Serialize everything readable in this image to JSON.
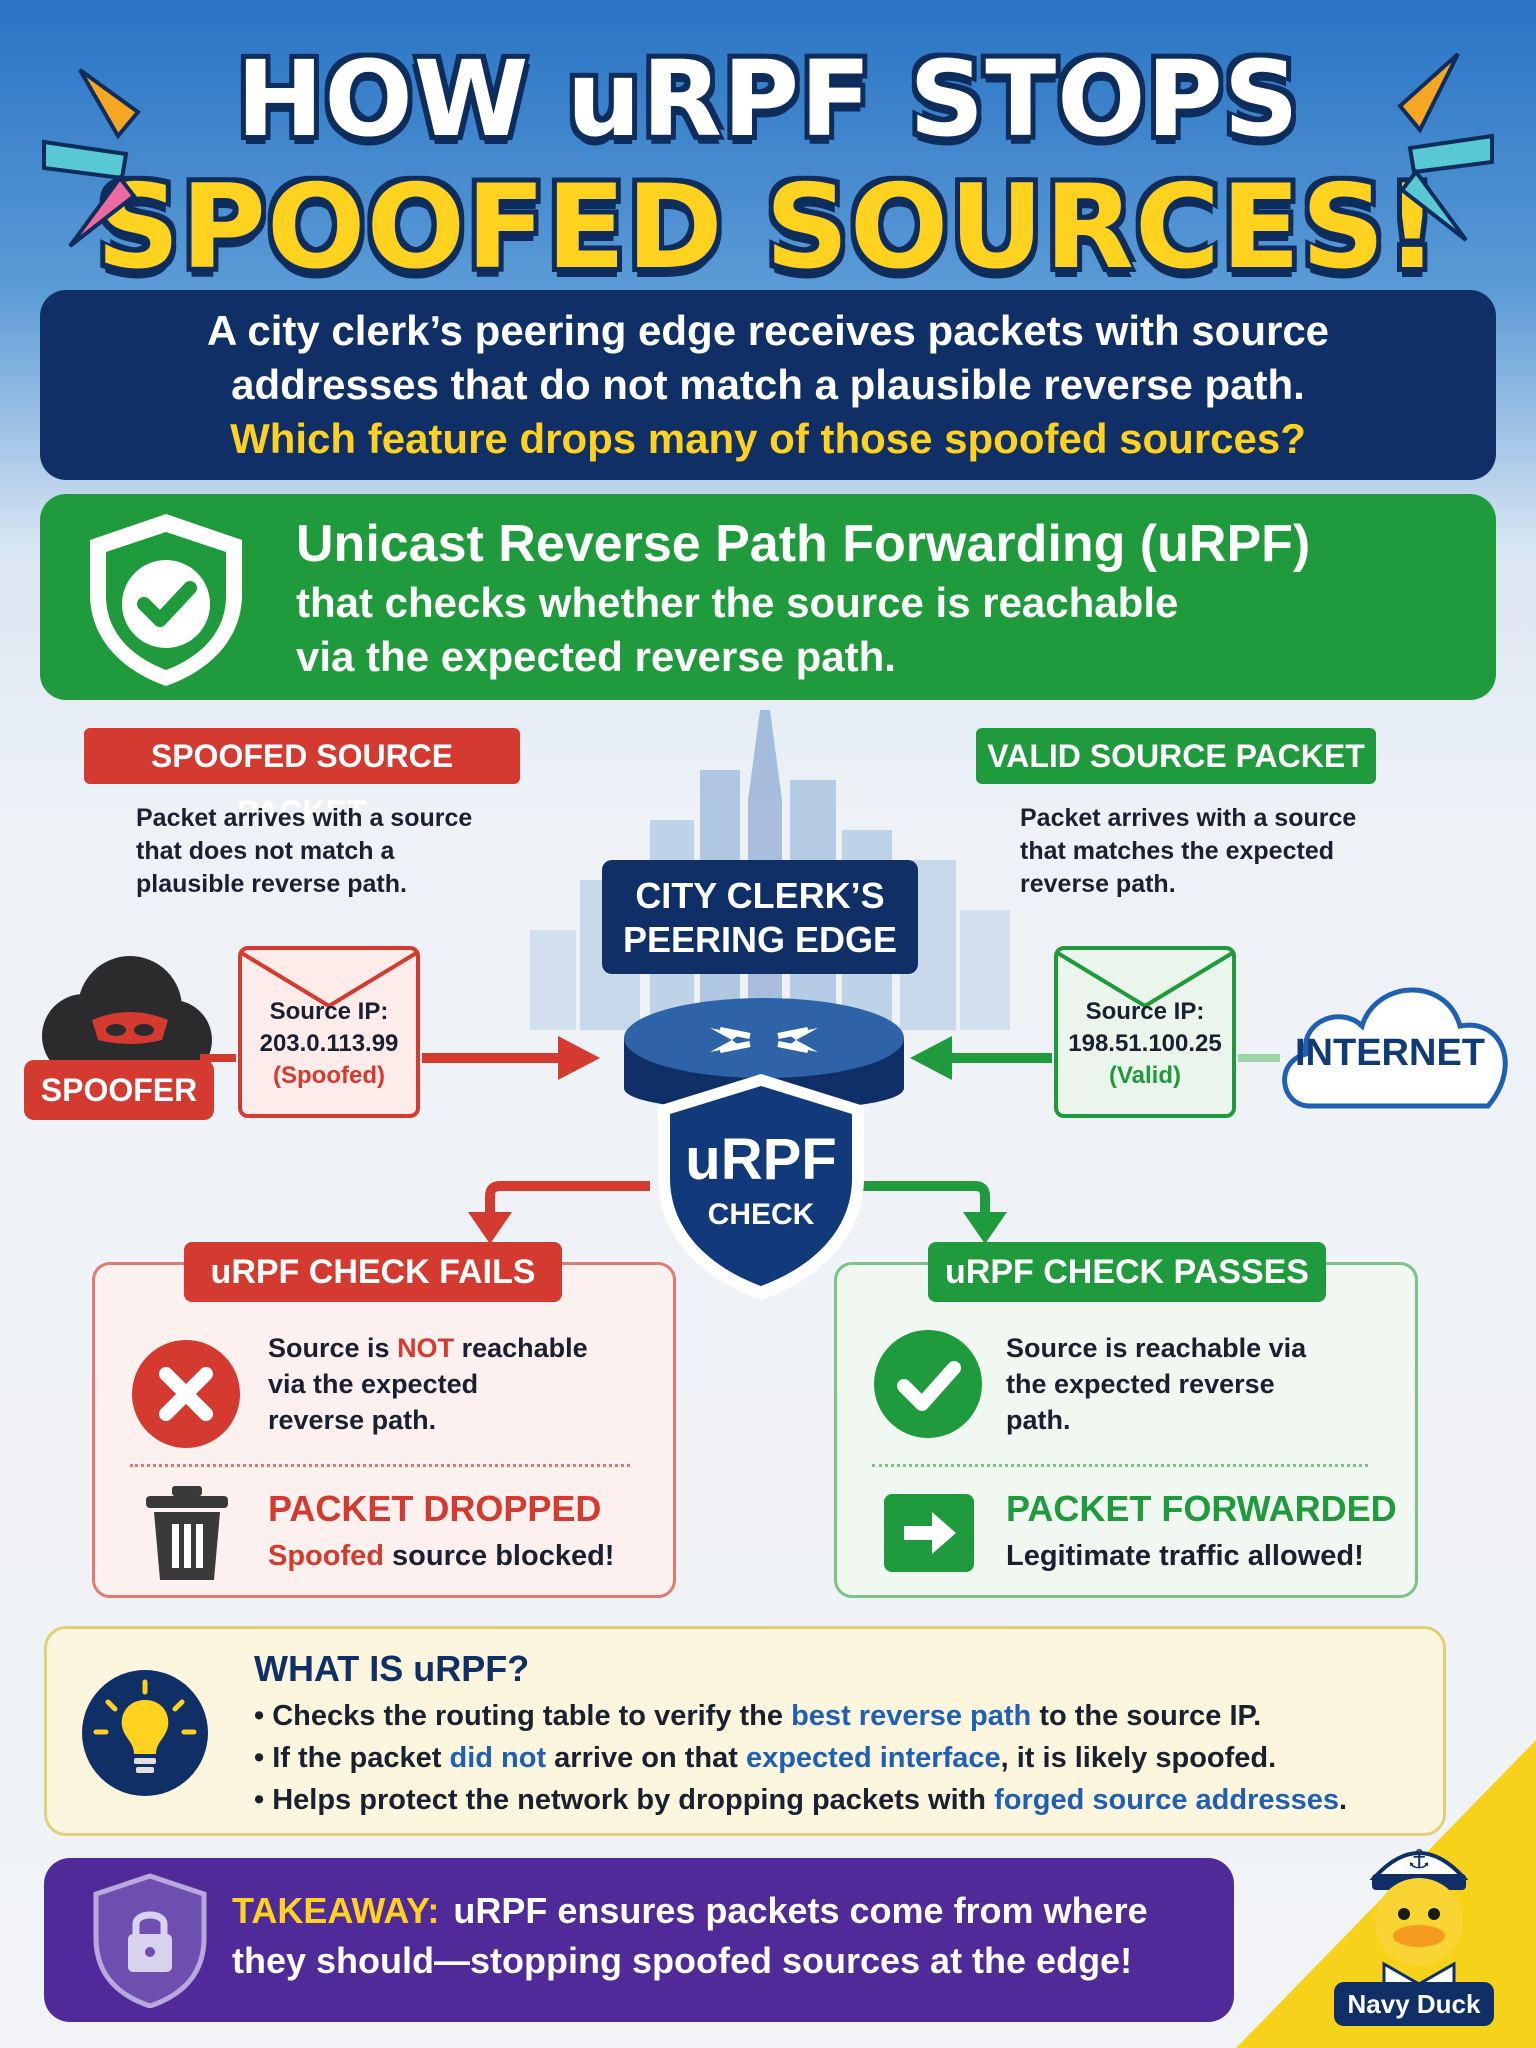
{
  "title": {
    "line1": "HOW uRPF STOPS",
    "line2": "SPOOFED SOURCES!"
  },
  "question": {
    "line1": "A city clerk’s peering edge receives packets with source",
    "line2": "addresses that do not match a plausible reverse path.",
    "line3": "Which feature drops many of those spoofed sources?"
  },
  "answer": {
    "heading": "Unicast Reverse Path Forwarding (uRPF)",
    "line1": "that checks whether the source is reachable",
    "line2": "via the expected reverse path."
  },
  "spoofed_panel": {
    "tag": "SPOOFED SOURCE PACKET",
    "desc1": "Packet arrives with a source",
    "desc2": "that does not match a",
    "desc3": "plausible reverse path.",
    "source_label": "Source IP:",
    "source_ip": "203.0.113.99",
    "source_status": "(Spoofed)",
    "actor": "SPOOFER"
  },
  "valid_panel": {
    "tag": "VALID SOURCE PACKET",
    "desc1": "Packet arrives with a source",
    "desc2": "that matches the expected",
    "desc3": "reverse path.",
    "source_label": "Source IP:",
    "source_ip": "198.51.100.25",
    "source_status": "(Valid)",
    "actor": "INTERNET"
  },
  "center": {
    "label1": "CITY CLERK’S",
    "label2": "PEERING EDGE",
    "shield_big": "uRPF",
    "shield_small": "CHECK"
  },
  "fail_box": {
    "tag": "uRPF CHECK FAILS",
    "text1a": "Source is ",
    "text1b": "NOT",
    "text1c": " reachable",
    "text2": "via the expected",
    "text3": "reverse path.",
    "result": "PACKET DROPPED",
    "sub_a": "Spoofed",
    "sub_b": " source blocked!"
  },
  "pass_box": {
    "tag": "uRPF CHECK PASSES",
    "text1": "Source is reachable via",
    "text2": "the expected reverse",
    "text3": "path.",
    "result": "PACKET FORWARDED",
    "sub": "Legitimate traffic allowed!"
  },
  "whatis": {
    "title": "WHAT IS uRPF?",
    "b1a": "• Checks the routing table to verify the ",
    "b1b": "best reverse path",
    "b1c": " to the source IP.",
    "b2a": "• If the packet ",
    "b2b": "did not",
    "b2c": " arrive on that ",
    "b2d": "expected interface",
    "b2e": ", it is likely spoofed.",
    "b3a": "• Helps protect the network by dropping packets with ",
    "b3b": "forged source addresses",
    "b3c": "."
  },
  "takeaway": {
    "label": "TAKEAWAY:",
    "line1": "uRPF ensures packets come from where",
    "line2": "they should—stopping spoofed sources at the edge!"
  },
  "mascot": {
    "name": "Navy Duck"
  },
  "colors": {
    "navy": "#0f2f66",
    "red": "#d43a2f",
    "green": "#1f9a3c",
    "yellow": "#ffd21f",
    "purple": "#4f2a98",
    "highlight_blue": "#1f5fb4"
  }
}
